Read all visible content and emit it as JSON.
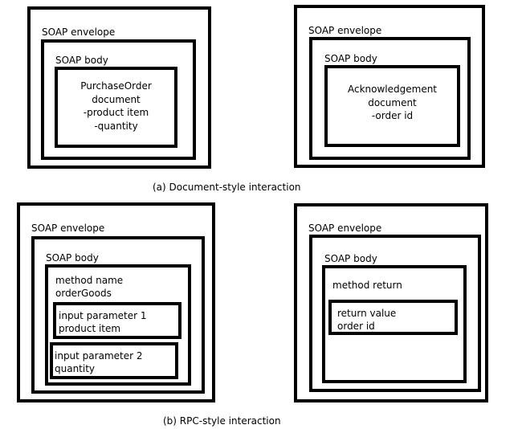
{
  "doc": {
    "envelope_label": "SOAP envelope",
    "body_label": "SOAP body",
    "request": {
      "title": "PurchaseOrder",
      "line2": "document",
      "line3": "-product item",
      "line4": "-quantity"
    },
    "response": {
      "title": "Acknowledgement",
      "line2": "document",
      "line3": "-order id"
    },
    "caption": "(a) Document-style interaction"
  },
  "rpc": {
    "envelope_label": "SOAP envelope",
    "body_label": "SOAP body",
    "request": {
      "method_label": "method name",
      "method_value": "orderGoods",
      "param1_label": "input parameter 1",
      "param1_value": "product item",
      "param2_label": "input parameter 2",
      "param2_value": "quantity"
    },
    "response": {
      "method_return": "method return",
      "return_label": "return value",
      "return_value": "order id"
    },
    "caption": "(b) RPC-style interaction"
  }
}
